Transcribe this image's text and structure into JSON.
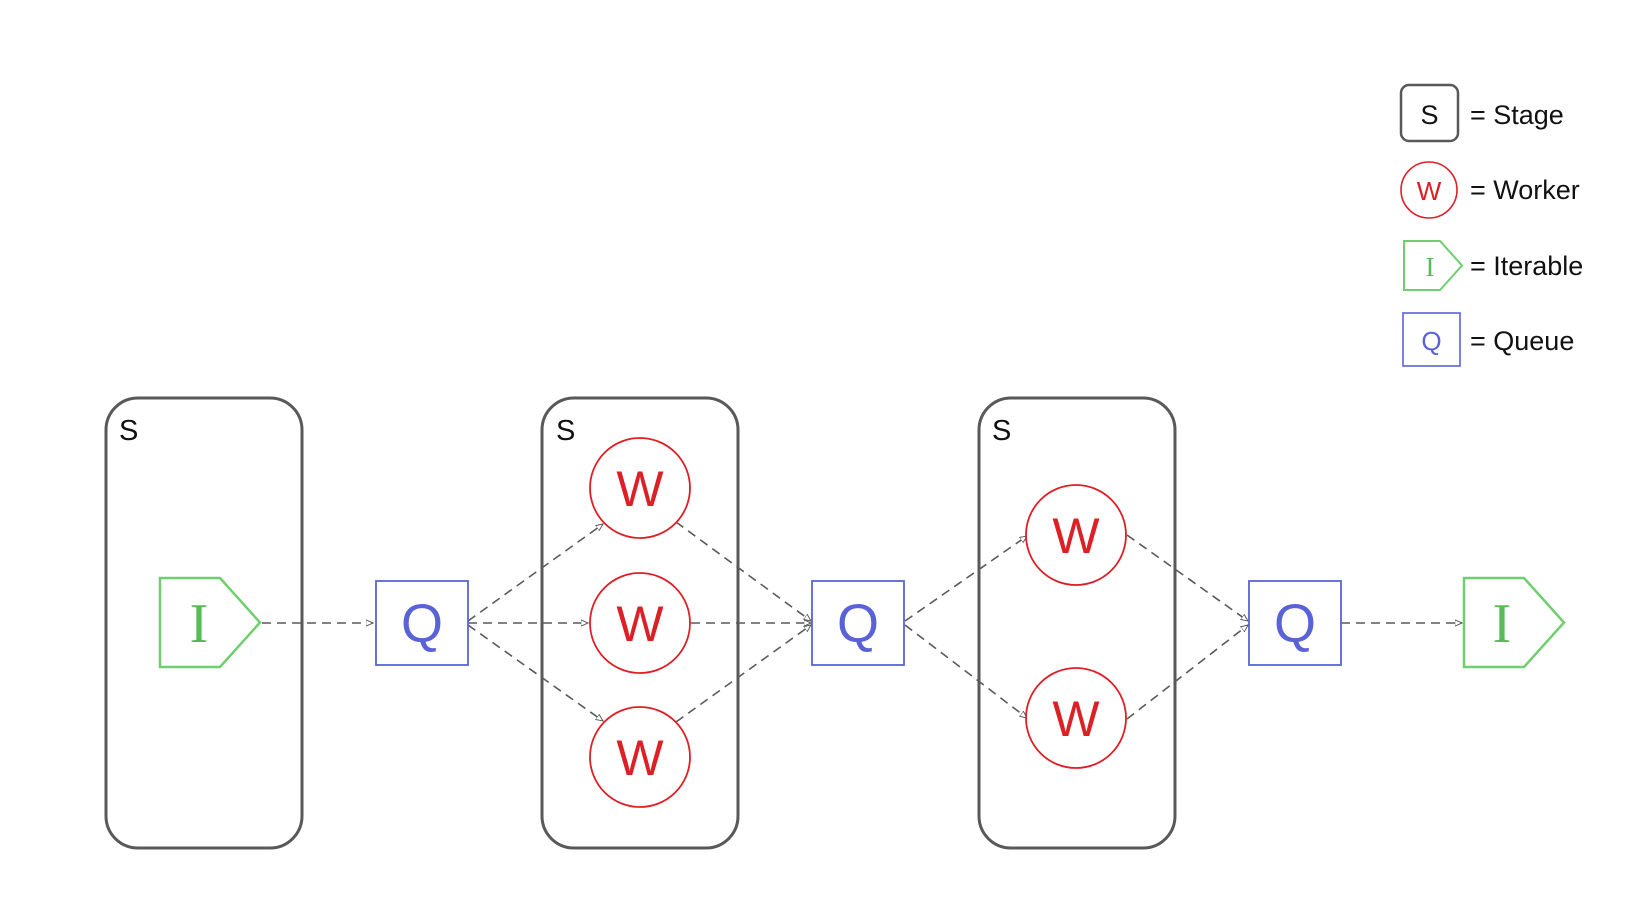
{
  "colors": {
    "stage": "#595959",
    "worker": "#dd1f26",
    "iterable": "#6fcf6f",
    "iterable_text": "#58bb58",
    "queue": "#5a62d8",
    "arrow": "#5a5a5a"
  },
  "legend": [
    {
      "kind": "stage",
      "symbol": "S",
      "label": "= Stage"
    },
    {
      "kind": "worker",
      "symbol": "W",
      "label": "= Worker"
    },
    {
      "kind": "iterable",
      "symbol": "I",
      "label": "= Iterable"
    },
    {
      "kind": "queue",
      "symbol": "Q",
      "label": "= Queue"
    }
  ],
  "pipeline": {
    "stages": [
      {
        "label": "S"
      },
      {
        "label": "S"
      },
      {
        "label": "S"
      }
    ],
    "input_iterable": {
      "symbol": "I"
    },
    "output_iterable": {
      "symbol": "I"
    },
    "queues": [
      {
        "symbol": "Q"
      },
      {
        "symbol": "Q"
      },
      {
        "symbol": "Q"
      }
    ],
    "workers": [
      {
        "symbol": "W"
      },
      {
        "symbol": "W"
      },
      {
        "symbol": "W"
      },
      {
        "symbol": "W"
      },
      {
        "symbol": "W"
      }
    ]
  }
}
